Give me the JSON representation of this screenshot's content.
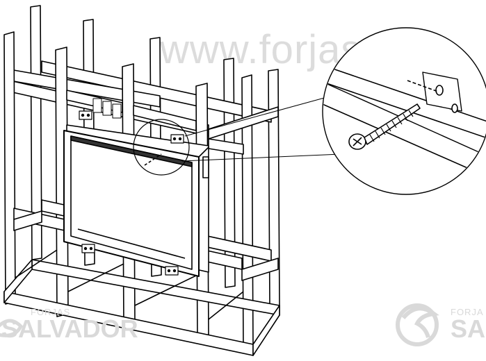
{
  "watermark": {
    "url_text": "www.forjas-sa",
    "brand_small": "FORJAS",
    "brand_big": "SALVADOR",
    "brand_small_right": "FORJA",
    "brand_big_right": "SA",
    "color": "#d9d9d9"
  },
  "line_color": "#000000",
  "fill_color": "#ffffff"
}
